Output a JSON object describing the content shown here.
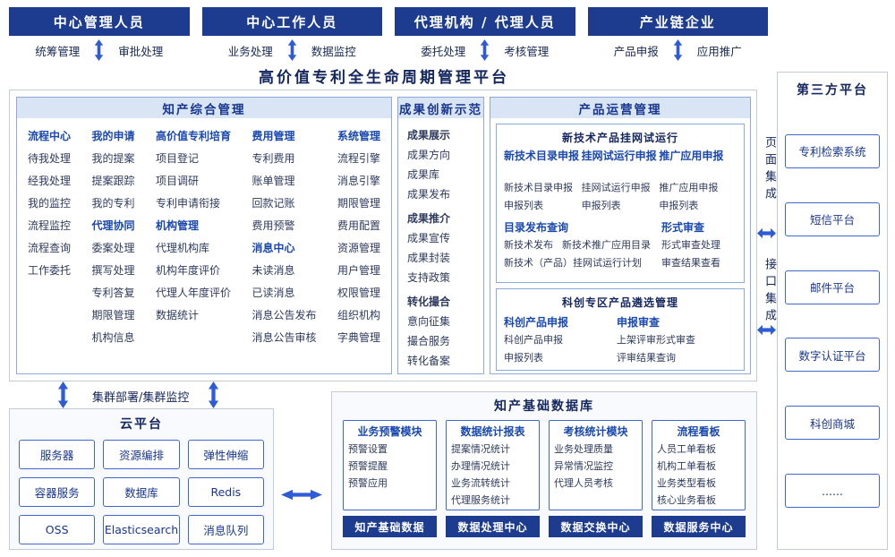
{
  "colors": {
    "primary_dark_blue": "#1d3c8f",
    "accent_blue": "#1948b0",
    "arrow_blue": "#2e5bd7",
    "section_header_bg": "#d9e4f5",
    "title_navy": "#14265e"
  },
  "top_roles": [
    {
      "title": "中心管理人员",
      "left": "统筹管理",
      "right": "审批处理"
    },
    {
      "title": "中心工作人员",
      "left": "业务处理",
      "right": "数据监控"
    },
    {
      "title": "代理机构 / 代理人员",
      "left": "委托处理",
      "right": "考核管理"
    },
    {
      "title": "产业链企业",
      "left": "产品申报",
      "right": "应用推广"
    }
  ],
  "platform_title": "高价值专利全生命周期管理平台",
  "ip_management": {
    "title": "知产综合管理",
    "columns": [
      {
        "groups": [
          {
            "title": "流程中心",
            "items": [
              "待我处理",
              "经我处理",
              "我的监控",
              "流程监控",
              "流程查询",
              "工作委托"
            ]
          }
        ]
      },
      {
        "groups": [
          {
            "title": "我的申请",
            "items": [
              "我的提案",
              "提案跟踪",
              "我的专利"
            ]
          },
          {
            "title": "代理协同",
            "items": [
              "委案处理",
              "撰写处理",
              "专利答复",
              "期限管理",
              "机构信息"
            ]
          }
        ]
      },
      {
        "groups": [
          {
            "title": "高价值专利培育",
            "items": [
              "项目登记",
              "项目调研",
              "专利申请衔接"
            ]
          },
          {
            "title": "机构管理",
            "items": [
              "代理机构库",
              "机构年度评价",
              "代理人年度评价",
              "数据统计"
            ]
          }
        ]
      },
      {
        "groups": [
          {
            "title": "费用管理",
            "items": [
              "专利费用",
              "账单管理",
              "回款记账",
              "费用预警"
            ]
          },
          {
            "title": "消息中心",
            "items": [
              "未读消息",
              "已读消息",
              "消息公告发布",
              "消息公告审核"
            ]
          }
        ]
      },
      {
        "groups": [
          {
            "title": "系统管理",
            "items": [
              "流程引擎",
              "消息引擎",
              "期限管理",
              "费用配置",
              "资源管理",
              "用户管理",
              "权限管理",
              "组织机构",
              "字典管理"
            ]
          }
        ]
      }
    ]
  },
  "achievements": {
    "title": "成果创新示范",
    "groups": [
      {
        "title": "成果展示",
        "items": [
          "成果方向",
          "成果库",
          "成果发布"
        ]
      },
      {
        "title": "成果推介",
        "items": [
          "成果宣传",
          "成果封装",
          "支持政策"
        ]
      },
      {
        "title": "转化撮合",
        "items": [
          "意向征集",
          "撮合服务",
          "转化备案"
        ]
      }
    ]
  },
  "product_ops": {
    "title": "产品运营管理",
    "trial_box": {
      "title": "新技术产品挂网试运行",
      "groups_row1": [
        {
          "title": "新技术目录申报",
          "items": [
            "新技术目录申报",
            "申报列表"
          ]
        },
        {
          "title": "挂网试运行申报",
          "items": [
            "挂网试运行申报",
            "申报列表"
          ]
        },
        {
          "title": "推广应用申报",
          "items": [
            "推广应用申报",
            "申报列表"
          ]
        }
      ],
      "groups_row2": [
        {
          "title": "目录发布查询",
          "items": [
            "新技术发布",
            "新技术推广应用目录",
            "新技术（产品）挂网试运行计划"
          ]
        },
        {
          "title": "形式审查",
          "items": [
            "形式审查处理",
            "审查结果查看"
          ]
        }
      ]
    },
    "selection_box": {
      "title": "科创专区产品遴选管理",
      "groups": [
        {
          "title": "科创产品申报",
          "items": [
            "科创产品申报",
            "申报列表"
          ]
        },
        {
          "title": "申报审查",
          "items": [
            "上架评审形式审查",
            "评审结果查询"
          ]
        }
      ]
    }
  },
  "integration": {
    "page": "页面集成",
    "interface": "接口集成"
  },
  "third_party": {
    "title": "第三方平台",
    "items": [
      "专利检索系统",
      "短信平台",
      "邮件平台",
      "数字认证平台",
      "科创商城",
      "......"
    ]
  },
  "cluster_label": "集群部署/集群监控",
  "cloud": {
    "title": "云平台",
    "items": [
      "服务器",
      "资源编排",
      "弹性伸缩",
      "容器服务",
      "数据库",
      "Redis",
      "OSS",
      "Elasticsearch",
      "消息队列"
    ]
  },
  "data_base": {
    "title": "知产基础数据库",
    "columns": [
      {
        "title": "业务预警模块",
        "items": [
          "预警设置",
          "预警提醒",
          "预警应用"
        ],
        "bar": "知产基础数据"
      },
      {
        "title": "数据统计报表",
        "items": [
          "提案情况统计",
          "办理情况统计",
          "业务流转统计",
          "代理服务统计"
        ],
        "bar": "数据处理中心"
      },
      {
        "title": "考核统计模块",
        "items": [
          "业务处理质量",
          "异常情况监控",
          "代理人员考核"
        ],
        "bar": "数据交换中心"
      },
      {
        "title": "流程看板",
        "items": [
          "人员工单看板",
          "机构工单看板",
          "业务类型看板",
          "核心业务看板"
        ],
        "bar": "数据服务中心"
      }
    ]
  }
}
